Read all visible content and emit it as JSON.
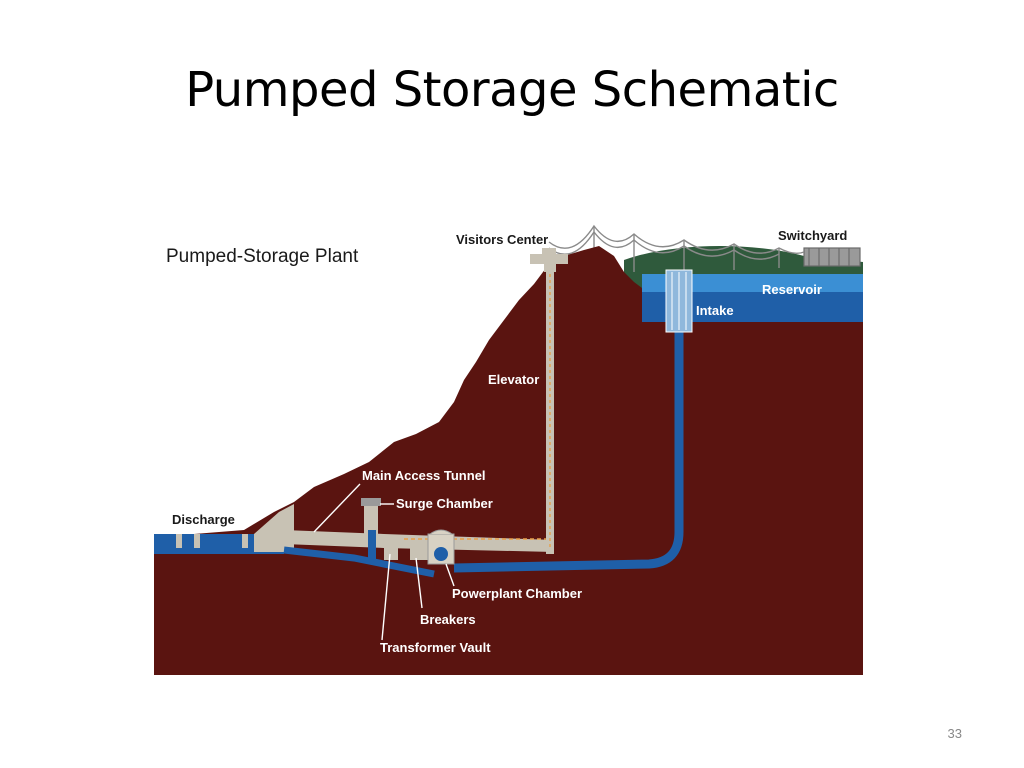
{
  "slide": {
    "title": "Pumped Storage Schematic",
    "page_number": "33"
  },
  "diagram": {
    "heading": "Pumped-Storage Plant",
    "labels": {
      "visitors_center": "Visitors Center",
      "switchyard": "Switchyard",
      "reservoir": "Reservoir",
      "intake": "Intake",
      "elevator": "Elevator",
      "main_access_tunnel": "Main Access Tunnel",
      "surge_chamber": "Surge Chamber",
      "discharge": "Discharge",
      "powerplant_chamber": "Powerplant Chamber",
      "breakers": "Breakers",
      "transformer_vault": "Transformer Vault"
    },
    "colors": {
      "earth": "#5a1410",
      "water": "#1f5fa8",
      "reservoir_light": "#3b8fd4",
      "sky": "#ffffff",
      "tunnel": "#c8c2b4",
      "hill_green": "#2f5a3c",
      "label_white": "#ffffff",
      "label_dark": "#1a1a1a"
    }
  }
}
